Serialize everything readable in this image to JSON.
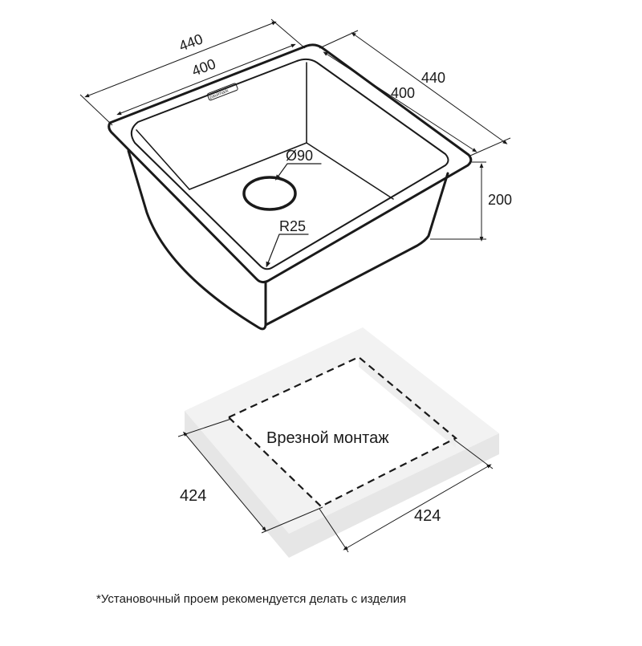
{
  "sink": {
    "width_outer": "440",
    "width_inner": "400",
    "depth_outer": "440",
    "depth_inner": "400",
    "height": "200",
    "drain_diameter": "Ø90",
    "corner_radius": "R25",
    "brand": "paulmark"
  },
  "cutout": {
    "label": "Врезной монтаж",
    "width": "424",
    "depth": "424"
  },
  "footnote": "*Установочный проем рекомендуется делать с изделия",
  "colors": {
    "line": "#1a1a1a",
    "countertop_top": "#f2f2f2",
    "countertop_side": "#e6e6e6",
    "background": "#ffffff"
  }
}
